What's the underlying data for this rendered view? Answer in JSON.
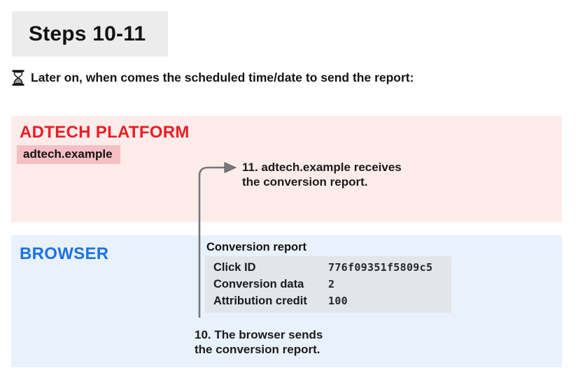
{
  "header": {
    "title": "Steps 10-11",
    "intro": "Later on, when comes the scheduled time/date to send the report:"
  },
  "adtech": {
    "title": "ADTECH PLATFORM",
    "domain": "adtech.example",
    "step11_label": "11. adtech.example receives\nthe conversion report."
  },
  "browser": {
    "title": "BROWSER",
    "step10_label": "10. The browser sends\nthe conversion report."
  },
  "report": {
    "title": "Conversion report",
    "rows": [
      {
        "label": "Click ID",
        "value": "776f09351f5809c5"
      },
      {
        "label": "Conversion data",
        "value": "2"
      },
      {
        "label": "Attribution credit",
        "value": "100"
      }
    ]
  },
  "icons": {
    "hourglass": "hourglass-icon",
    "flow_arrow": "bent-arrow-right-icon"
  },
  "colors": {
    "adtech-red": "#ec1c24",
    "adtech-panel-bg": "#fdecea",
    "adtech-domain-bg": "#f6bfc1",
    "browser-blue": "#1a73e8",
    "browser-panel-bg": "#e9f1fd",
    "report-box-bg": "#e2e5ea",
    "steps-box-bg": "#ececec",
    "arrow-gray": "#76777a",
    "text-black": "#151515"
  }
}
